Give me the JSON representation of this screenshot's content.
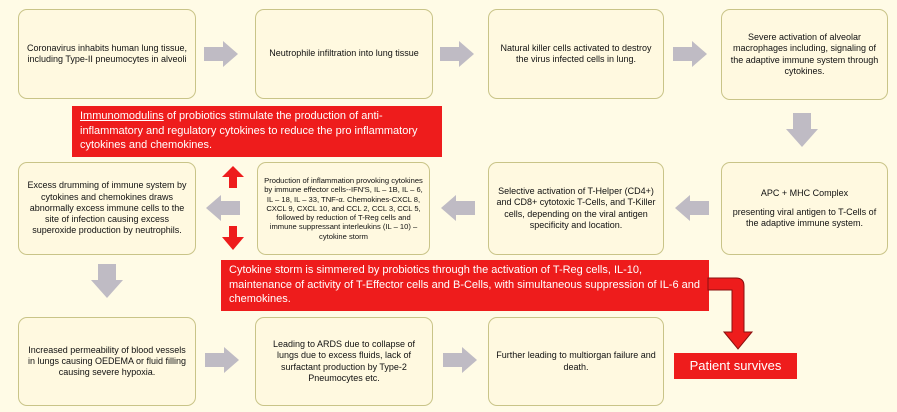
{
  "boxes": {
    "b1": "Coronavirus inhabits human lung tissue, including Type-II pneumocytes in alveoli",
    "b2": "Neutrophile infiltration into lung tissue",
    "b3": "Natural killer cells activated to destroy the virus infected cells in lung.",
    "b4": "Severe activation of alveolar macrophages including, signaling of the adaptive immune system through cytokines.",
    "b5_title": "APC + MHC Complex",
    "b5_text": "presenting viral antigen to T-Cells of the adaptive immune system.",
    "b6": "Selective activation of T-Helper (CD4+) and CD8+ cytotoxic T-Cells, and T-Killer cells, depending on the viral antigen specificity and location.",
    "b7": "Production of inflammation provoking cytokines by immune effector cells--IFN'S, IL – 1B, IL – 6, IL – 18, IL – 33, TNF-α. Chemokines-CXCL 8, CXCL 9, CXCL 10, and CCL 2, CCL 3, CCL 5, followed by reduction of T-Reg cells and immune suppressant interleukins (IL – 10) – cytokine storm",
    "b8": "Excess drumming of immune system by cytokines and chemokines draws abnormally excess immune cells to the site of infection causing excess superoxide production by neutrophils.",
    "b9": "Increased permeability of blood vessels in lungs causing OEDEMA or fluid filling causing severe hypoxia.",
    "b10": "Leading to ARDS due to collapse of lungs due to excess fluids, lack of surfactant production by Type-2 Pneumocytes etc.",
    "b11": "Further leading to multiorgan failure and death."
  },
  "notes": {
    "n1_link": "Immunomodulins",
    "n1_rest": " of probiotics stimulate the production of anti-inflammatory and regulatory cytokines to reduce the pro inflammatory cytokines and chemokines.",
    "n2": "Cytokine storm is simmered by probiotics through the activation of T-Reg cells, IL-10, maintenance of activity of T-Effector cells and B-Cells, with simultaneous suppression of IL-6 and chemokines.",
    "outcome": "Patient survives"
  },
  "colors": {
    "note_red": "#ee1c1c",
    "arrow_gray": "#bfbbc4",
    "box_fill": "#fff9e0",
    "box_border": "#c9c488"
  },
  "icons": [
    "arrow-right-icon",
    "arrow-left-icon",
    "arrow-down-icon",
    "double-arrow-up-down-icon",
    "bent-arrow-icon"
  ]
}
